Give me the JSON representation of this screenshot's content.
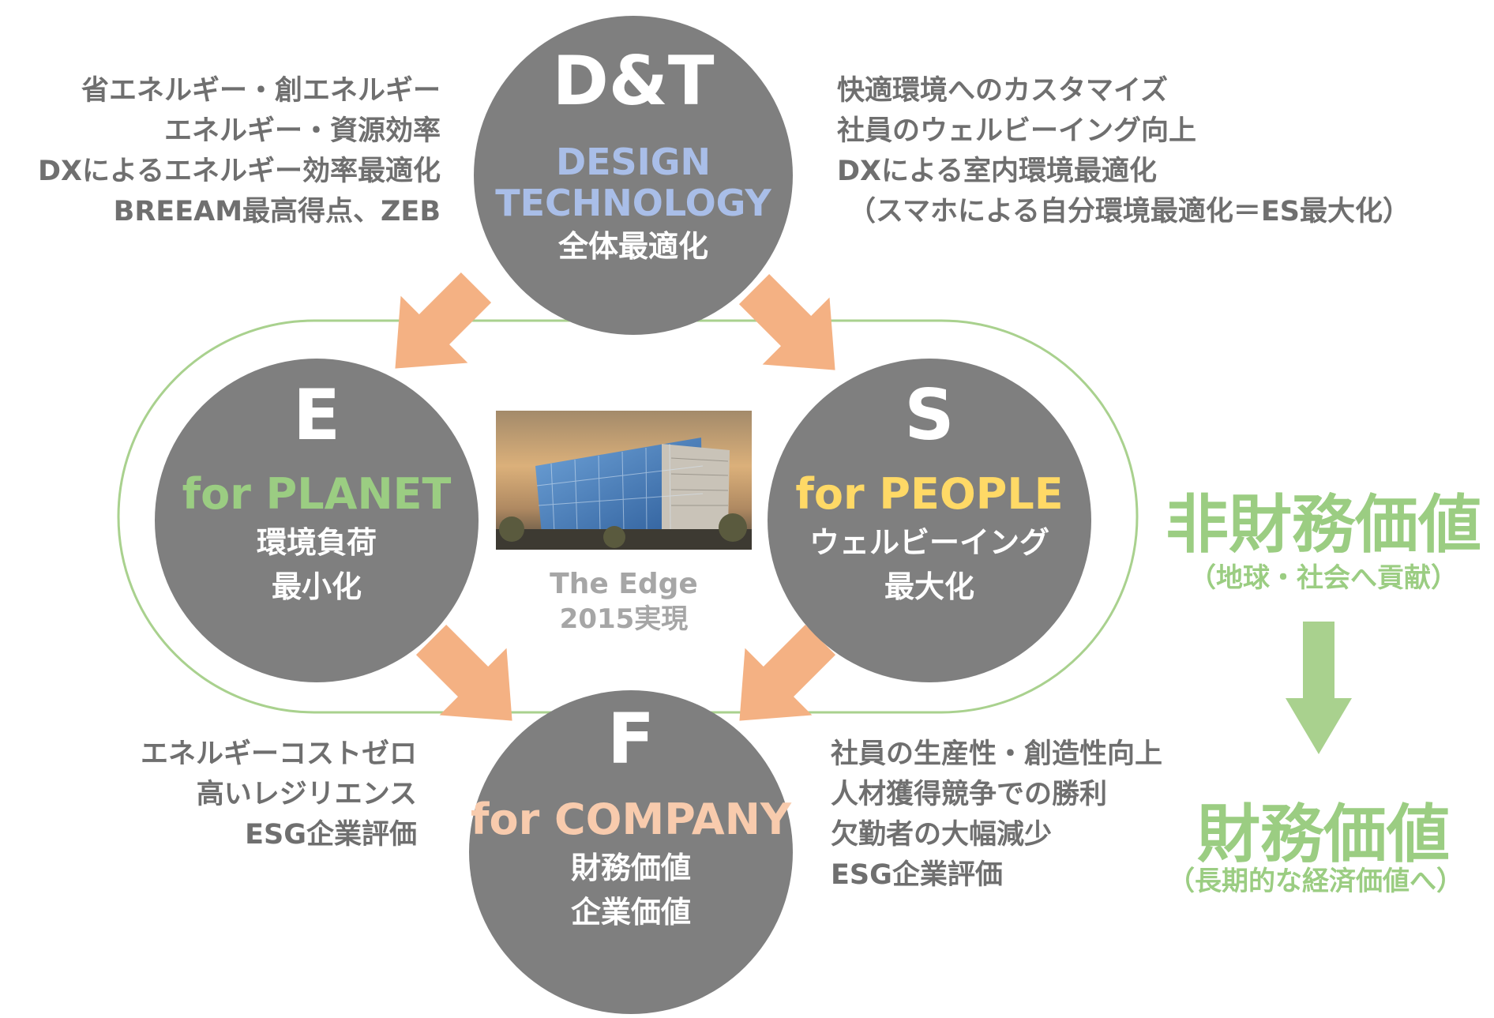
{
  "colors": {
    "circle": "#7f7f7f",
    "arrow": "#f4b183",
    "green": "#9bcd82",
    "design_blue": "#a9bee8",
    "people_yellow": "#ffd966",
    "company_peach": "#f8cbad",
    "text_gray": "#6f6f6f"
  },
  "dt": {
    "letter": "D&T",
    "line1": "DESIGN",
    "line2": "TECHNOLOGY",
    "line3": "全体最適化"
  },
  "e": {
    "letter": "E",
    "line1": "for PLANET",
    "line2": "環境負荷",
    "line3": "最小化"
  },
  "s": {
    "letter": "S",
    "line1": "for PEOPLE",
    "line2": "ウェルビーイング",
    "line3": "最大化"
  },
  "f": {
    "letter": "F",
    "line1": "for COMPANY",
    "line2": "財務価値",
    "line3": "企業価値"
  },
  "top_left_list": [
    "省エネルギー・創エネルギー",
    "エネルギー・資源効率",
    "DXによるエネルギー効率最適化",
    "BREEAM最高得点、ZEB"
  ],
  "top_right_list": [
    "快適環境へのカスタマイズ",
    "社員のウェルビーイング向上",
    "DXによる室内環境最適化",
    "（スマホによる自分環境最適化＝ES最大化）"
  ],
  "bottom_left_list": [
    "エネルギーコストゼロ",
    "高いレジリエンス",
    "ESG企業評価"
  ],
  "bottom_right_list": [
    "社員の生産性・創造性向上",
    "人材獲得競争での勝利",
    "欠勤者の大幅減少",
    "ESG企業評価"
  ],
  "photo_caption": {
    "line1": "The Edge",
    "line2": "2015実現"
  },
  "side": {
    "top_title": "非財務価値",
    "top_sub": "（地球・社会へ貢献）",
    "bottom_title": "財務価値",
    "bottom_sub": "（長期的な経済価値へ）"
  }
}
